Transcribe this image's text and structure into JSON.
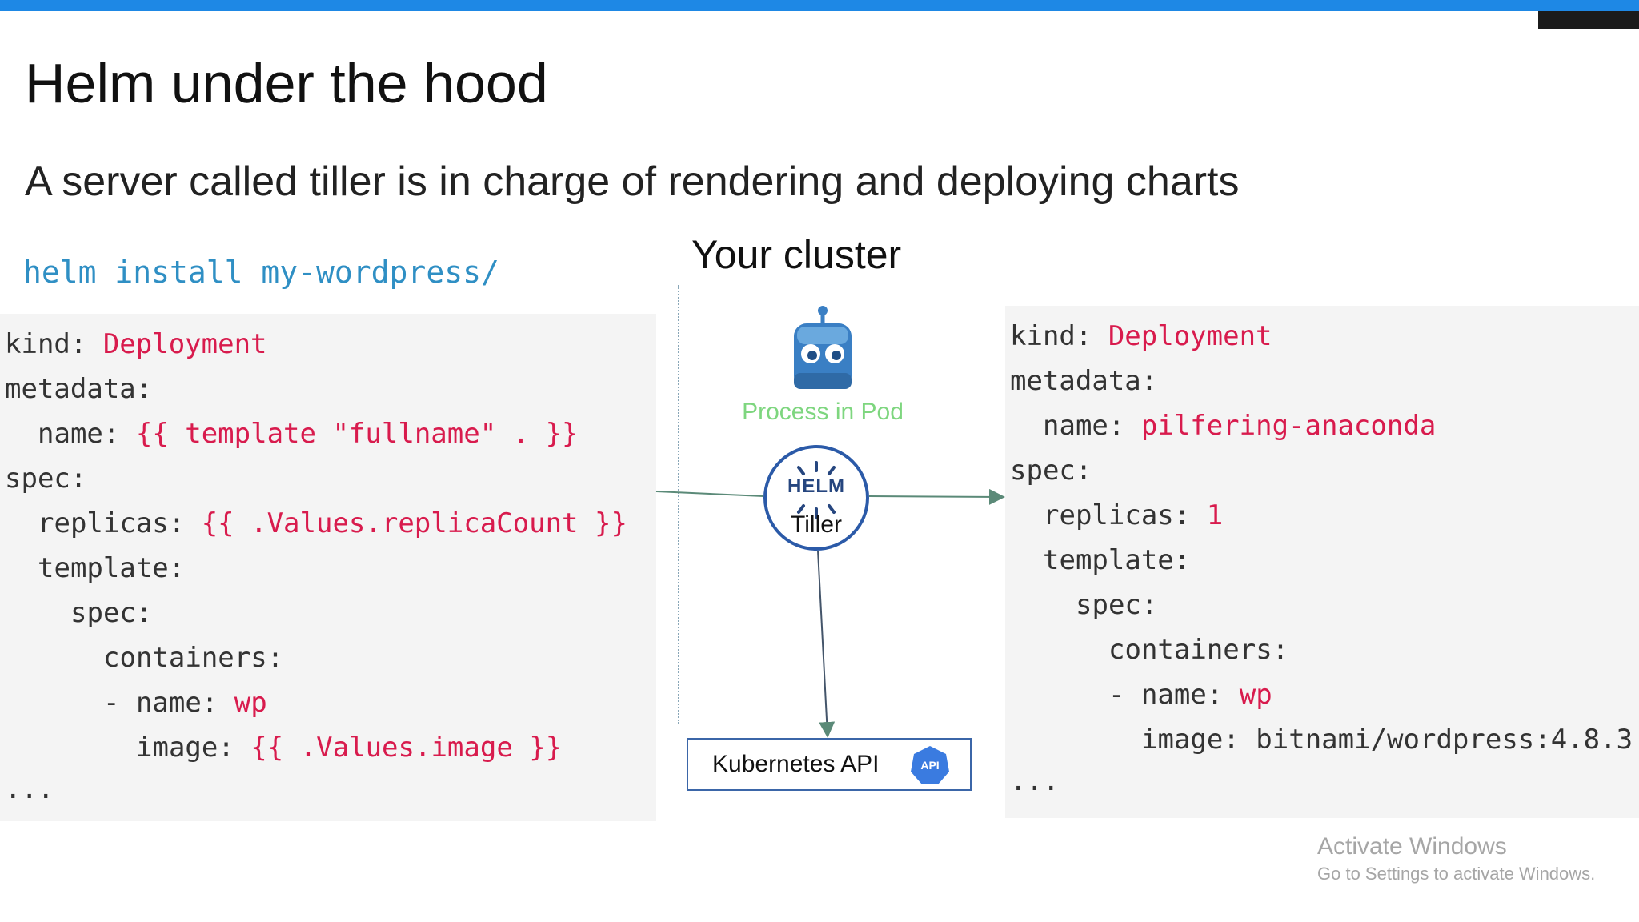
{
  "slide": {
    "title": "Helm under the hood",
    "subtitle": "A server called tiller is in charge of rendering and deploying charts",
    "command": "helm install my-wordpress/",
    "cluster_label": "Your cluster"
  },
  "template_code": {
    "lines": [
      {
        "key": "kind: ",
        "value": "Deployment"
      },
      {
        "key": "metadata:",
        "value": ""
      },
      {
        "key": "name: ",
        "value": "{{ template \"fullname\" . }}"
      },
      {
        "key": "spec:",
        "value": ""
      },
      {
        "key": "replicas: ",
        "value": "{{ .Values.replicaCount }}"
      },
      {
        "key": "template:",
        "value": ""
      },
      {
        "key": "spec:",
        "value": ""
      },
      {
        "key": "containers:",
        "value": ""
      },
      {
        "key": "- name: ",
        "value": "wp"
      },
      {
        "key": "image: ",
        "value": "{{ .Values.image }}"
      },
      {
        "key": "...",
        "value": ""
      }
    ]
  },
  "rendered_code": {
    "lines": [
      {
        "key": "kind: ",
        "value": "Deployment"
      },
      {
        "key": "metadata:",
        "value": ""
      },
      {
        "key": "name: ",
        "value": "pilfering-anaconda"
      },
      {
        "key": "spec:",
        "value": ""
      },
      {
        "key": "replicas: ",
        "value": "1"
      },
      {
        "key": "template:",
        "value": ""
      },
      {
        "key": "spec:",
        "value": ""
      },
      {
        "key": "containers:",
        "value": ""
      },
      {
        "key": "- name: ",
        "value": "wp"
      },
      {
        "key": "image: bitnami/wordpress:4.8.3",
        "value": ""
      },
      {
        "key": "...",
        "value": ""
      }
    ]
  },
  "diagram": {
    "robot_icon": "robot-icon",
    "process_label": "Process in Pod",
    "tiller_logo_text": "HELM",
    "tiller_label": "Tiller",
    "api_box_label": "Kubernetes API",
    "api_badge_text": "API"
  },
  "os_watermark": {
    "title": "Activate Windows",
    "subtitle": "Go to Settings to activate Windows."
  },
  "colors": {
    "top_bar": "#1e88e5",
    "command": "#2f8fc4",
    "code_value": "#d81b4d",
    "process_label": "#7ed67f",
    "tiller_ring": "#2b5aa8",
    "api_badge": "#3a7be0"
  }
}
